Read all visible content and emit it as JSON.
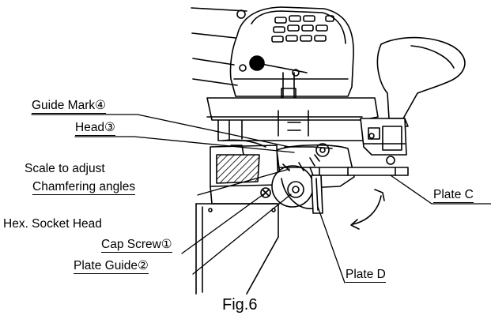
{
  "figure": {
    "caption": "Fig.6"
  },
  "labels": {
    "guide_mark": "Guide Mark④",
    "head": "Head③",
    "scale_line1": "Scale to adjust",
    "scale_line2": "Chamfering angles",
    "hex_line1": "Hex. Socket Head",
    "hex_line2": "Cap Screw①",
    "plate_guide": "Plate Guide②",
    "plate_c": "Plate C",
    "plate_d": "Plate D"
  },
  "colors": {
    "line": "#000000",
    "hatch": "#000000",
    "background": "#ffffff"
  }
}
